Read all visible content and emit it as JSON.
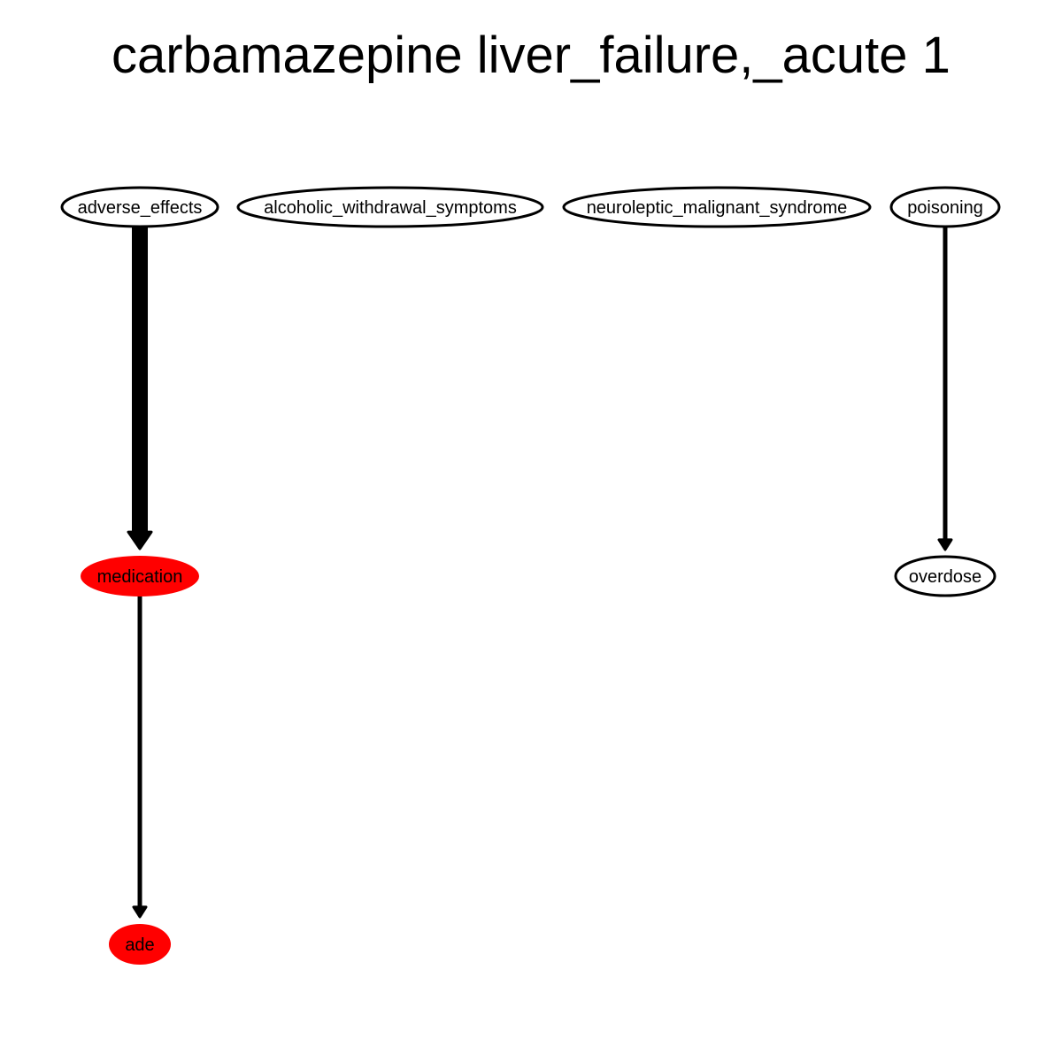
{
  "title": "carbamazepine liver_failure,_acute 1",
  "colors": {
    "highlight": "#ff0000",
    "plain": "#ffffff",
    "stroke": "#000000"
  },
  "nodes": [
    {
      "id": "adverse_effects",
      "label": "adverse_effects",
      "highlighted": false
    },
    {
      "id": "alcoholic_withdrawal_symptoms",
      "label": "alcoholic_withdrawal_symptoms",
      "highlighted": false
    },
    {
      "id": "neuroleptic_malignant_syndrome",
      "label": "neuroleptic_malignant_syndrome",
      "highlighted": false
    },
    {
      "id": "poisoning",
      "label": "poisoning",
      "highlighted": false
    },
    {
      "id": "medication",
      "label": "medication",
      "highlighted": true
    },
    {
      "id": "overdose",
      "label": "overdose",
      "highlighted": false
    },
    {
      "id": "ade",
      "label": "ade",
      "highlighted": true
    }
  ],
  "edges": [
    {
      "from": "adverse_effects",
      "to": "medication",
      "weight": "heavy"
    },
    {
      "from": "poisoning",
      "to": "overdose",
      "weight": "normal"
    },
    {
      "from": "medication",
      "to": "ade",
      "weight": "normal"
    }
  ]
}
